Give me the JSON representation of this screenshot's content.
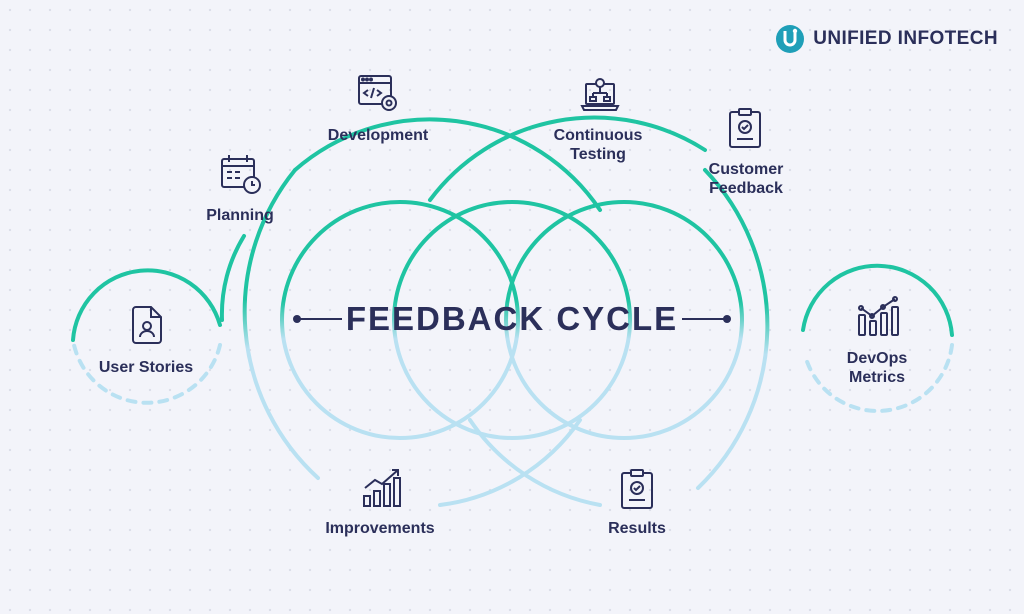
{
  "logo": {
    "text": "UNIFIED INFOTECH"
  },
  "diagram": {
    "title": "FEEDBACK CYCLE",
    "steps": {
      "user_stories": "User Stories",
      "planning": "Planning",
      "development": "Development",
      "continuous_testing": "Continuous\nTesting",
      "customer_feedback": "Customer\nFeedback",
      "devops_metrics": "DevOps\nMetrics",
      "results": "Results",
      "improvements": "Improvements"
    }
  },
  "colors": {
    "accent": "#1fc4a2",
    "accent_light": "#b9e1f2",
    "text": "#2b2f5a",
    "background": "#f3f4fa"
  },
  "icons": {
    "user_stories": "document-user-icon",
    "planning": "calendar-clock-icon",
    "development": "code-window-gear-icon",
    "continuous_testing": "laptop-network-icon",
    "customer_feedback": "clipboard-check-icon",
    "devops_metrics": "bar-chart-trend-icon",
    "results": "clipboard-check-icon",
    "improvements": "growth-chart-icon"
  }
}
